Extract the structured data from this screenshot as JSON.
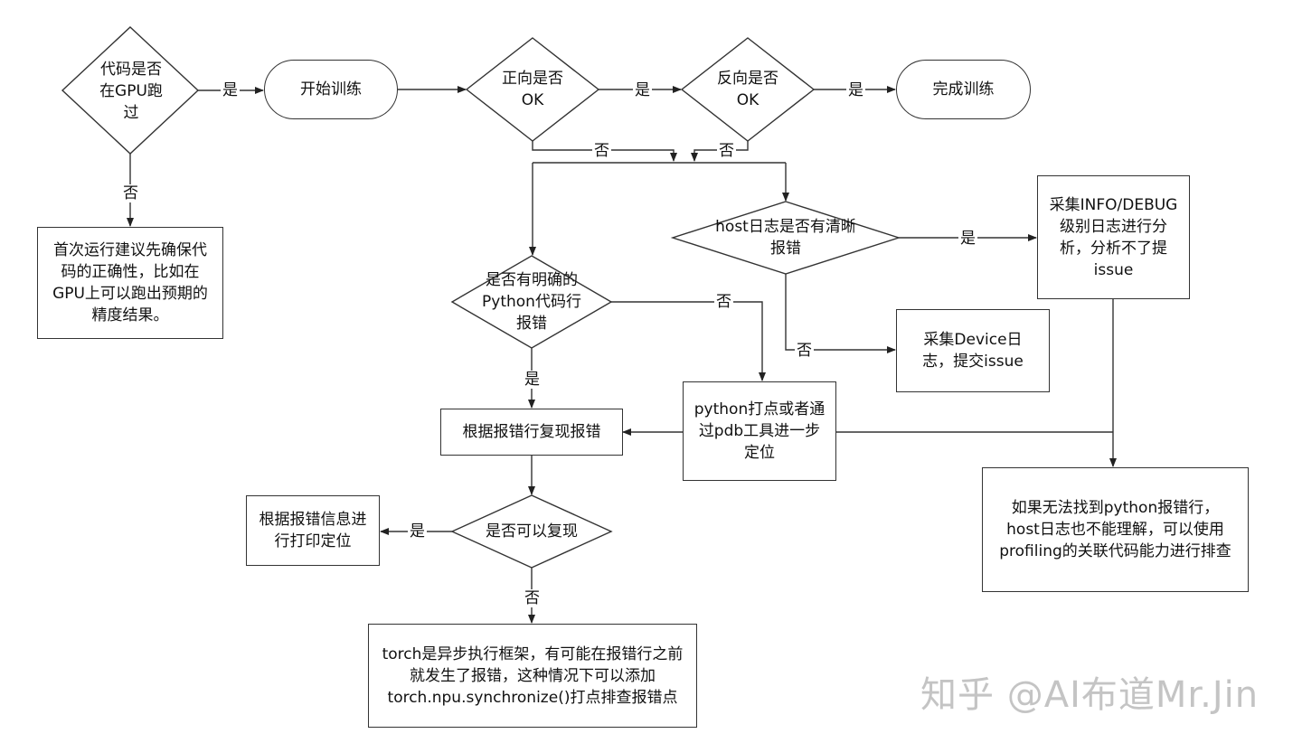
{
  "nodes": {
    "gpu_check": "代码是否在GPU跑过",
    "first_run_advice": "首次运行建议先确保代码的正确性，比如在GPU上可以跑出预期的精度结果。",
    "start_training": "开始训练",
    "forward_ok": "正向是否OK",
    "backward_ok": "反向是否OK",
    "finish_training": "完成训练",
    "python_error_check": "是否有明确的Python代码行报错",
    "host_log_check": "host日志是否有清晰报错",
    "collect_info_debug": "采集INFO/DEBUG级别日志进行分析，分析不了提issue",
    "collect_device_log": "采集Device日志，提交issue",
    "python_debug": "python打点或者通过pdb工具进一步定位",
    "reproduce_by_line": "根据报错行复现报错",
    "can_reproduce": "是否可以复现",
    "print_locate": "根据报错信息进行打印定位",
    "torch_async": "torch是异步执行框架，有可能在报错行之前就发生了报错，这种情况下可以添加torch.npu.synchronize()打点排查报错点",
    "profiling_advice": "如果无法找到python报错行，host日志也不能理解，可以使用profiling的关联代码能力进行排查"
  },
  "edge_labels": {
    "gpu_yes": "是",
    "gpu_no": "否",
    "forward_yes": "是",
    "forward_no": "否",
    "backward_yes": "是",
    "backward_no": "否",
    "host_yes": "是",
    "host_no": "否",
    "python_yes": "是",
    "python_no": "否",
    "reproduce_yes": "是",
    "reproduce_no": "否"
  },
  "watermark": "知乎 @AI布道Mr.Jin",
  "colors": {
    "stroke": "#333333",
    "text": "#111111",
    "watermark": "#c4c4c4"
  }
}
